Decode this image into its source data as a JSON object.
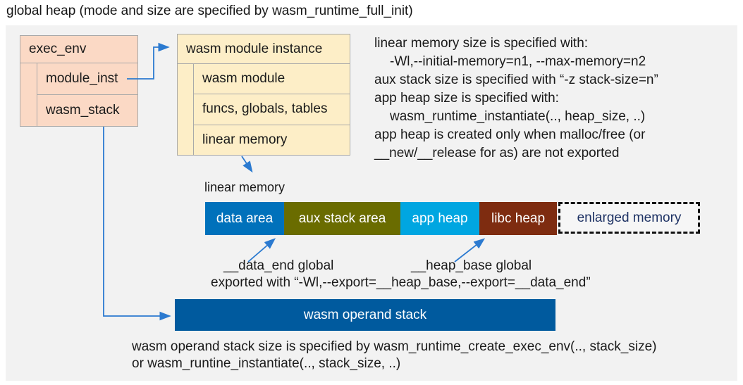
{
  "title": "global heap (mode and size are specified by wasm_runtime_full_init)",
  "exec_env": {
    "header": "exec_env",
    "rows": [
      {
        "label": "module_inst"
      },
      {
        "label": "wasm_stack"
      }
    ]
  },
  "module_instance": {
    "header": "wasm module instance",
    "rows": [
      {
        "label": "wasm module"
      },
      {
        "label": "funcs, globals, tables"
      },
      {
        "label": "linear memory"
      }
    ]
  },
  "notes": [
    {
      "text": "linear memory size is specified with:"
    },
    {
      "text": "-Wl,--initial-memory=n1, --max-memory=n2"
    },
    {
      "text": "aux stack size is specified with “-z stack-size=n”"
    },
    {
      "text": "app heap size is specified with:"
    },
    {
      "text": "wasm_runtime_instantiate(.., heap_size, ..)"
    },
    {
      "text": "app heap is created only when malloc/free (or"
    },
    {
      "text": "__new/__release for as) are not exported"
    }
  ],
  "linear_memory": {
    "label": "linear memory",
    "segments": [
      {
        "label": "data area",
        "color": "#0071bb"
      },
      {
        "label": "aux stack area",
        "color": "#6a6c00"
      },
      {
        "label": "app heap",
        "color": "#00a6e1"
      },
      {
        "label": "libc heap",
        "color": "#7e2c10"
      }
    ],
    "enlarged": {
      "label": "enlarged memory",
      "text_color": "#1e3264"
    }
  },
  "annotations": {
    "data_end": "__data_end global",
    "heap_base": "__heap_base global",
    "exported": "exported with “-Wl,--export=__heap_base,--export=__data_end”"
  },
  "operand_stack": {
    "label": "wasm operand stack",
    "color": "#005a9e",
    "notes": [
      "wasm operand stack size is specified by wasm_runtime_create_exec_env(.., stack_size)",
      "or wasm_runtine_instantiate(.., stack_size, ..)"
    ]
  },
  "colors": {
    "canvas_bg": "#f2f2f2",
    "exec_env_fill": "#fbd9c5",
    "module_instance_fill": "#fdeec7",
    "box_border": "#a9a9a9",
    "connector_blue": "#2b7ad0",
    "enlarged_border": "#111111"
  }
}
